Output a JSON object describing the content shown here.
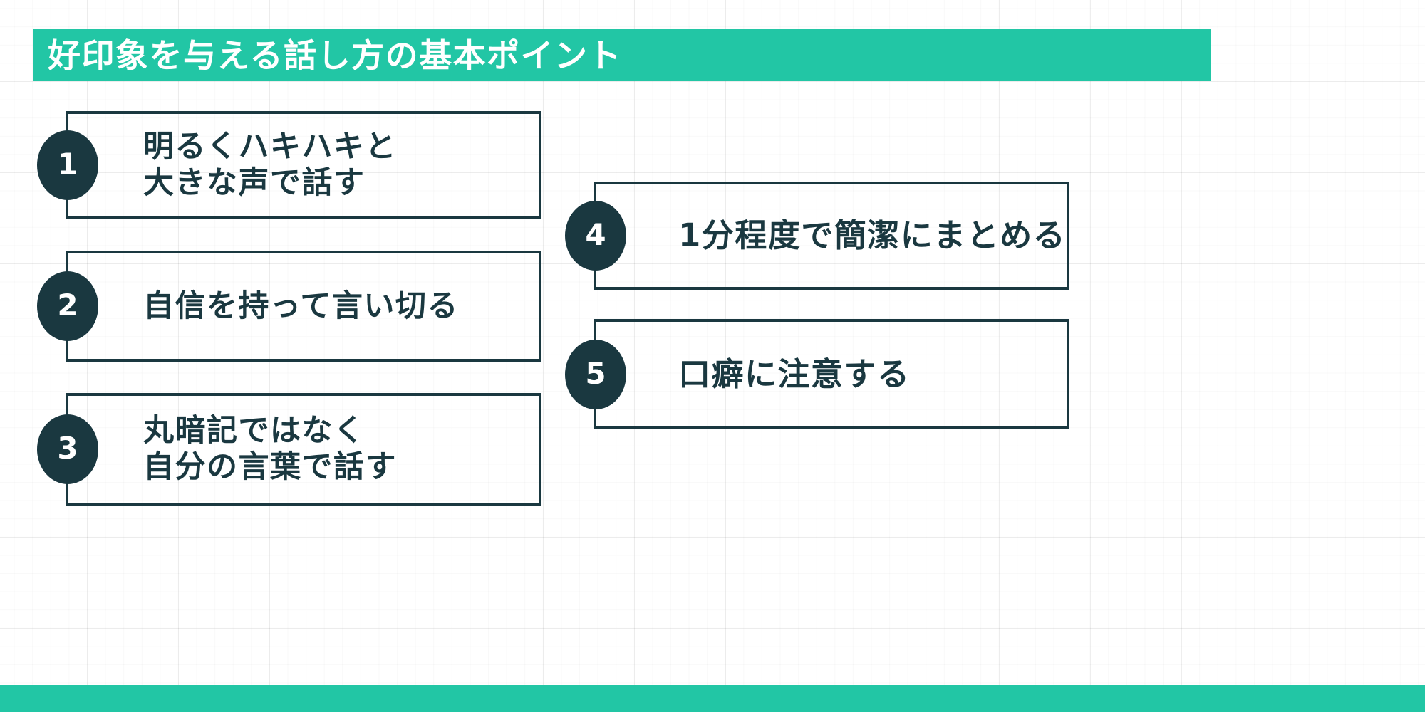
{
  "banner": {
    "title": "好印象を与える話し方の基本ポイント",
    "bg_color": "#22c6a5",
    "text_color": "#ffffff"
  },
  "theme": {
    "accent_color": "#22c6a5",
    "ink_color": "#1a3840",
    "background_color": "#ffffff"
  },
  "points": [
    {
      "number": "1",
      "text": "明るくハキハキと\n大きな声で話す",
      "column": "left"
    },
    {
      "number": "2",
      "text": "自信を持って言い切る",
      "column": "left"
    },
    {
      "number": "3",
      "text": "丸暗記ではなく\n自分の言葉で話す",
      "column": "left"
    },
    {
      "number": "4",
      "text": "1分程度で簡潔にまとめる",
      "column": "right"
    },
    {
      "number": "5",
      "text": "口癖に注意する",
      "column": "right"
    }
  ]
}
